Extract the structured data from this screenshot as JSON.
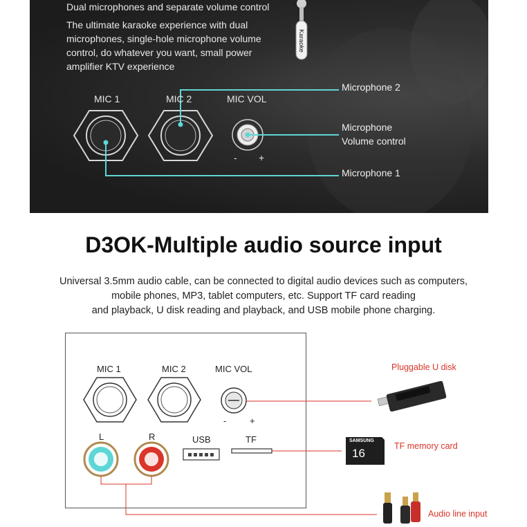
{
  "banner": {
    "headline": "Dual microphones and separate volume control",
    "description": "The ultimate karaoke experience with dual microphones, single-hole microphone volume control, do whatever you want, small power amplifier KTV experience",
    "mic_badge": "Karaoke",
    "labels": {
      "mic1": "MIC 1",
      "mic2": "MIC 2",
      "micvol": "MIC VOL",
      "minus": "-",
      "plus": "+"
    },
    "callouts": {
      "mic2": "Microphone 2",
      "vol_line1": "Microphone",
      "vol_line2": "Volume control",
      "mic1": "Microphone 1"
    }
  },
  "section": {
    "title": "D3OK-Multiple audio source input",
    "desc_line1": "Universal 3.5mm audio cable, can be connected to digital audio devices such as computers,",
    "desc_line2": "mobile phones, MP3, tablet computers, etc. Support TF card reading",
    "desc_line3": "and playback, U disk reading and playback, and USB mobile phone charging."
  },
  "panel": {
    "mic1": "MIC 1",
    "mic2": "MIC 2",
    "micvol": "MIC VOL",
    "minus": "-",
    "plus": "+",
    "left": "L",
    "right": "R",
    "usb": "USB",
    "tf": "TF"
  },
  "accessories": {
    "udisk": "Pluggable U disk",
    "tfcard": "TF memory card",
    "tf_brand": "SAMSUNG",
    "tf_size": "16",
    "audio": "Audio line input"
  },
  "colors": {
    "accent_cyan": "#5fd6d6",
    "accent_red": "#d9352a",
    "banner_bg": "#222222"
  }
}
